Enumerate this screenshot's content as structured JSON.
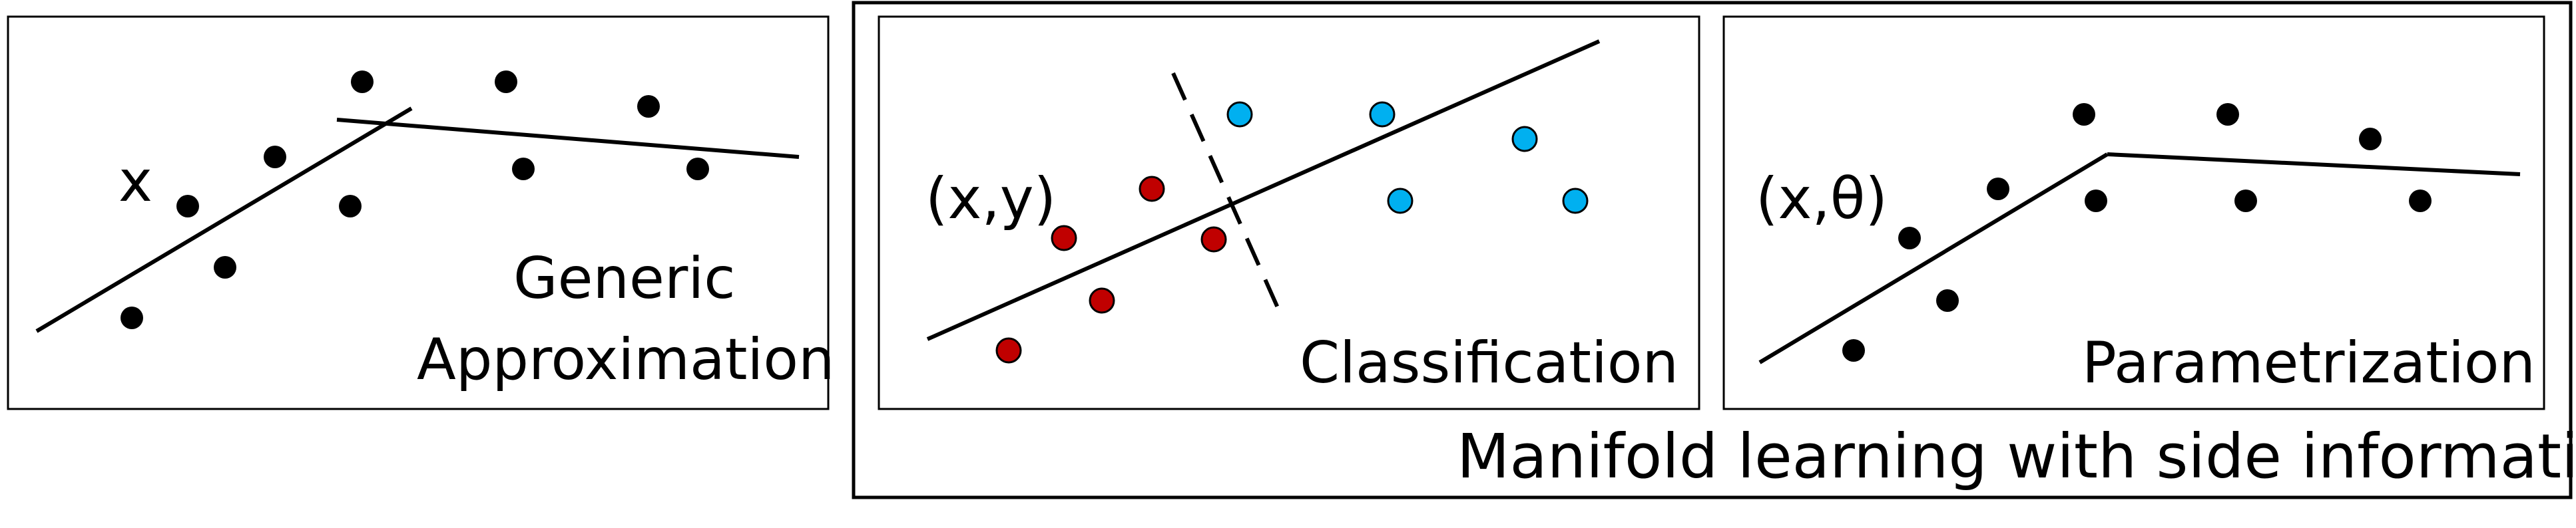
{
  "colors": {
    "ink": "#000000",
    "class_red": "#c00000",
    "class_blue": "#00b0f0",
    "background": "#ffffff"
  },
  "panels": {
    "generic": {
      "input_label": "x",
      "title_line1": "Generic",
      "title_line2": "Approximation"
    },
    "classification": {
      "input_label": "(x,y)",
      "title": "Classification"
    },
    "parametrization": {
      "input_label": "(x,θ)",
      "title": "Parametrization"
    }
  },
  "group": {
    "title": "Manifold learning with side information"
  }
}
